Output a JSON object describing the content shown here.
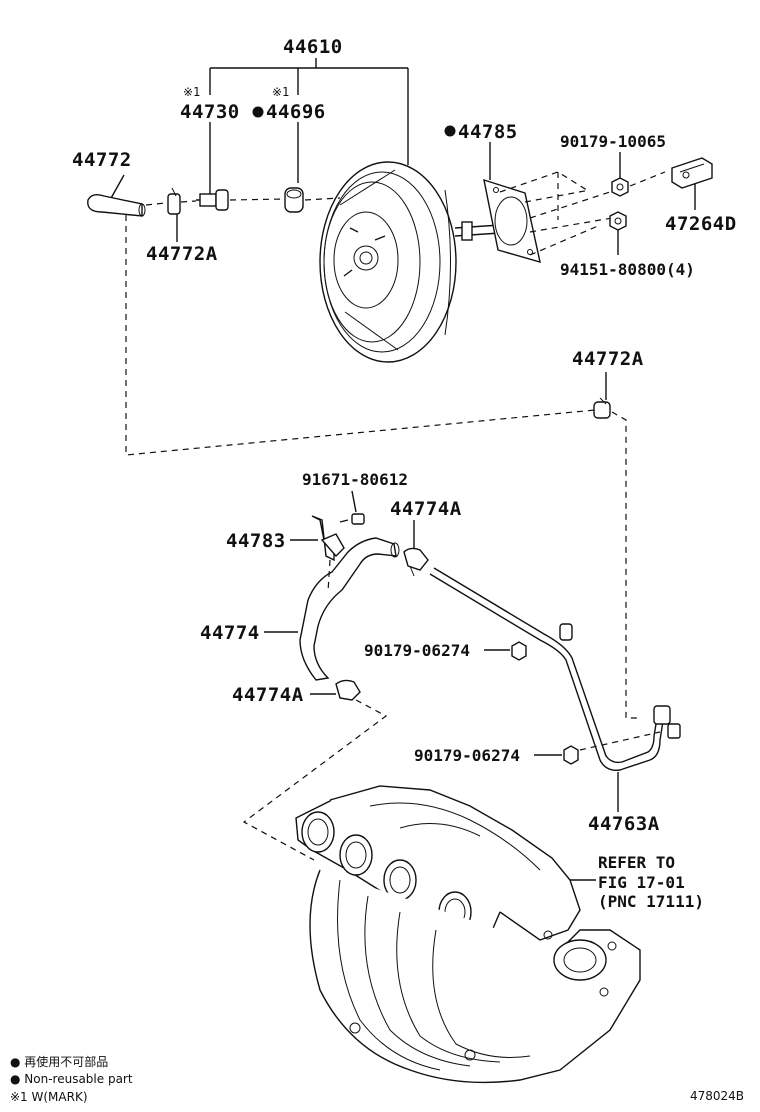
{
  "diagram_id": "478024B",
  "part_numbers": {
    "p44610": "44610",
    "p44730": "44730",
    "p44696": "44696",
    "p44785": "44785",
    "p90179_10065": "90179-10065",
    "p44772": "44772",
    "p44772A_top": "44772A",
    "p47264D": "47264D",
    "p94151": "94151-80800(4)",
    "p44772A_right": "44772A",
    "p91671": "91671-80612",
    "p44774A_top": "44774A",
    "p44783": "44783",
    "p44774": "44774",
    "p90179_06274_a": "90179-06274",
    "p44774A_bottom": "44774A",
    "p90179_06274_b": "90179-06274",
    "p44763A": "44763A"
  },
  "marks": {
    "w_mark_a": "※1",
    "w_mark_b": "※1"
  },
  "refer": {
    "line1": "REFER TO",
    "line2": "FIG 17-01",
    "line3": "(PNC 17111)"
  },
  "legend": {
    "item1": "● 再使用不可部品",
    "item2": "● Non-reusable part",
    "item3": "※1 W(MARK)"
  }
}
